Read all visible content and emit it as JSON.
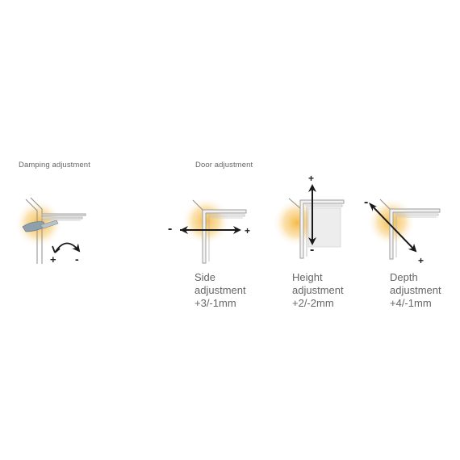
{
  "sections": {
    "damping": {
      "title": "Damping adjustment"
    },
    "door": {
      "title": "Door adjustment"
    }
  },
  "adjustments": [
    {
      "name": "Side",
      "label": "adjustment",
      "range": "+3/-1mm",
      "plus": "+",
      "minus": "-"
    },
    {
      "name": "Height",
      "label": "adjustment",
      "range": "+2/-2mm",
      "plus": "+",
      "minus": "-"
    },
    {
      "name": "Depth",
      "label": "adjustment",
      "range": "+4/-1mm",
      "plus": "+",
      "minus": "-"
    }
  ],
  "damping_signs": {
    "plus": "+",
    "minus": "-"
  },
  "colors": {
    "glow": "#f5c25a",
    "panel": "#9a9a9a",
    "arrow": "#1a1a1a",
    "text": "#666666"
  }
}
